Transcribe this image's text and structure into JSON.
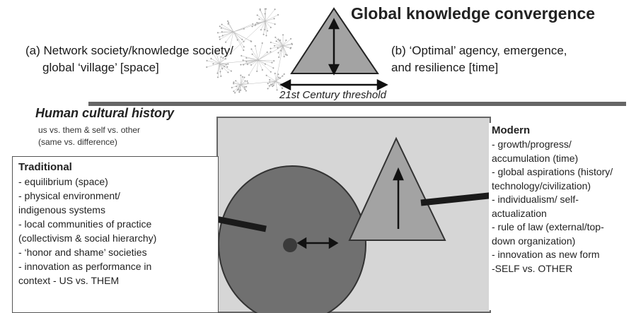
{
  "title": "Global knowledge convergence",
  "left_heading": [
    "(a)  Network society/knowledge society/",
    "global ‘village’  [space]"
  ],
  "right_heading": [
    "(b)  ‘Optimal’ agency, emergence,",
    "and resilience  [time]"
  ],
  "threshold_label": "21st Century threshold",
  "history_heading": "Human cultural history",
  "history_note": [
    "us vs. them & self vs. other",
    "(same vs. difference)"
  ],
  "traditional": {
    "heading": "Traditional",
    "items": [
      " - equilibrium (space)",
      "- physical environment/",
      "indigenous systems",
      "- local communities of practice",
      "(collectivism & social hierarchy)",
      "- ‘honor and shame’ societies",
      "- innovation as performance in",
      "context   - US vs. THEM"
    ]
  },
  "modern": {
    "heading": "Modern",
    "items": [
      "- growth/progress/",
      "accumulation (time)",
      "- global aspirations (history/",
      "technology/civilization)",
      "- individualism/ self-",
      "actualization",
      "- rule of law (external/top-",
      "down organization)",
      "- innovation as new form",
      "-SELF vs. OTHER"
    ]
  },
  "colors": {
    "panel": "#d6d6d6",
    "circle": "#707070",
    "triangle": "#a3a3a3",
    "line": "#666666"
  }
}
